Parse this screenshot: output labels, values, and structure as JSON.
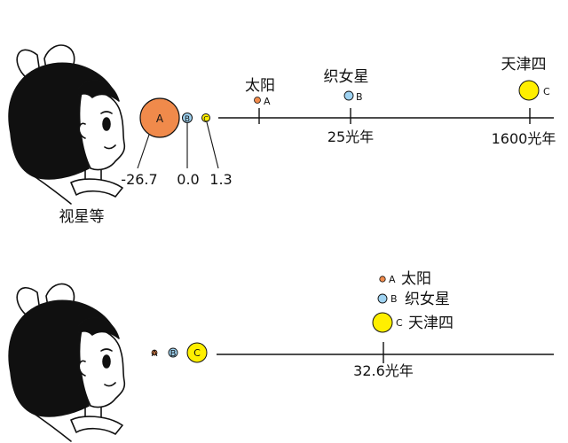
{
  "colors": {
    "sun": "#f08a4b",
    "vega": "#9fd3f2",
    "deneb": "#ffef00",
    "ink": "#111111",
    "hair": "#101010",
    "skin": "#ffffff"
  },
  "top_panel": {
    "magnitude_label": "视星等",
    "near_dots": {
      "a": "A",
      "b": "B",
      "c": "C"
    },
    "magnitudes": {
      "a": "-26.7",
      "b": "0.0",
      "c": "1.3"
    },
    "stars": {
      "sun": {
        "name": "太阳",
        "letter": "A"
      },
      "vega": {
        "name": "织女星",
        "letter": "B",
        "distance": "25光年"
      },
      "deneb": {
        "name": "天津四",
        "letter": "C",
        "distance": "1600光年"
      }
    }
  },
  "bottom_panel": {
    "near_dots": {
      "a": "A",
      "b": "B",
      "c": "C"
    },
    "distance": "32.6光年",
    "stars": {
      "sun": {
        "name": "太阳",
        "letter": "A"
      },
      "vega": {
        "name": "织女星",
        "letter": "B"
      },
      "deneb": {
        "name": "天津四",
        "letter": "C"
      }
    }
  }
}
